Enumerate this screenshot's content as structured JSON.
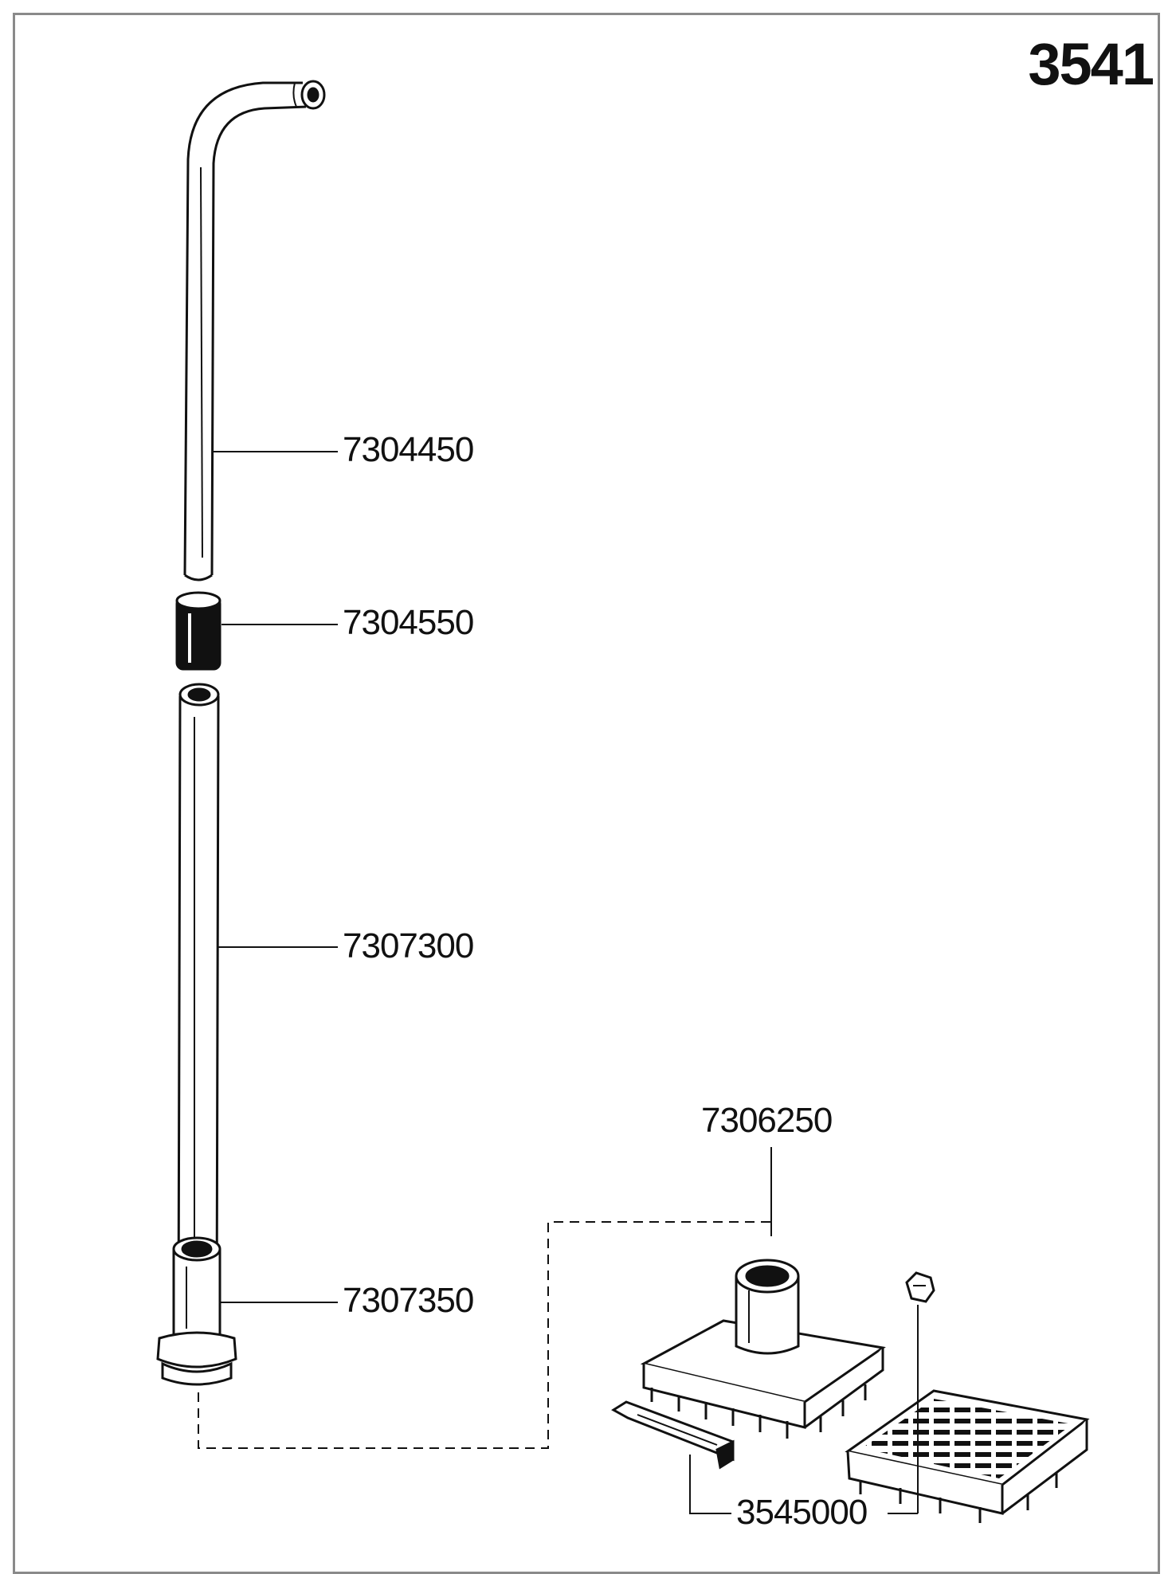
{
  "page_number": "3541",
  "parts": {
    "p7304450": "7304450",
    "p7304550": "7304550",
    "p7307300": "7307300",
    "p7307350": "7307350",
    "p7306250": "7306250",
    "p3545000": "3545000"
  },
  "colors": {
    "ink": "#111111",
    "frame": "#8a8a8a",
    "paper": "#ffffff"
  }
}
